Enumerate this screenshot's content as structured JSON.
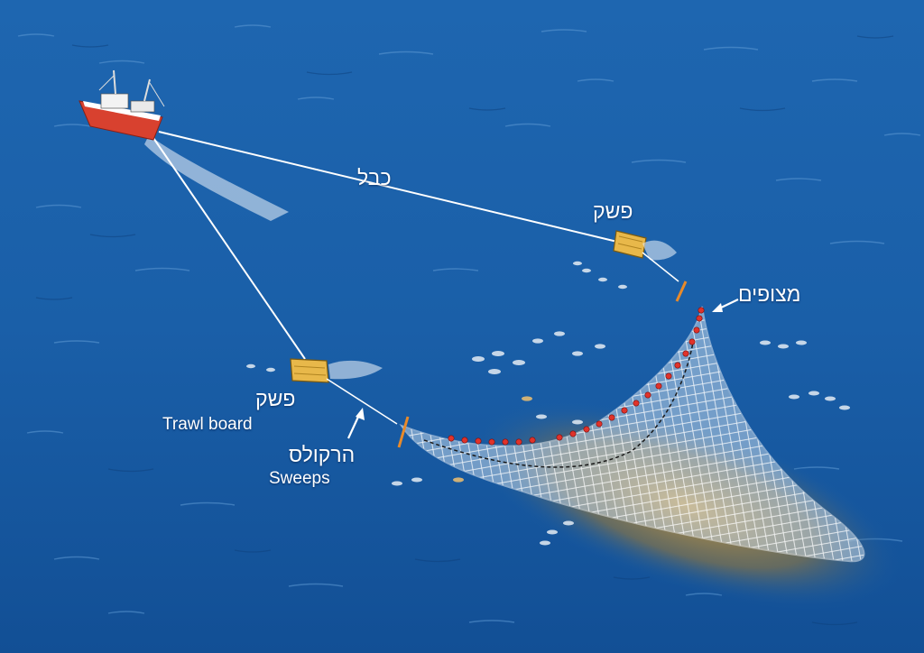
{
  "labels": {
    "cable": "כבל",
    "trawl_board_right": "פשק",
    "floats": "מצופים",
    "trawl_board_left": "פשק",
    "trawl_board_left_en": "Trawl board",
    "sweeps": "הרקולס",
    "sweeps_en": "Sweeps"
  },
  "colors": {
    "sea": "#1a5fa8",
    "sea_dark": "#0f4a8f",
    "boat_hull": "#d8412f",
    "cable": "#ffffff",
    "trawl_board": "#e8b84a",
    "float": "#e0332b",
    "net": "#eef4fa",
    "seabed_shadow": "#c98a2a",
    "label_text": "#ffffff"
  }
}
